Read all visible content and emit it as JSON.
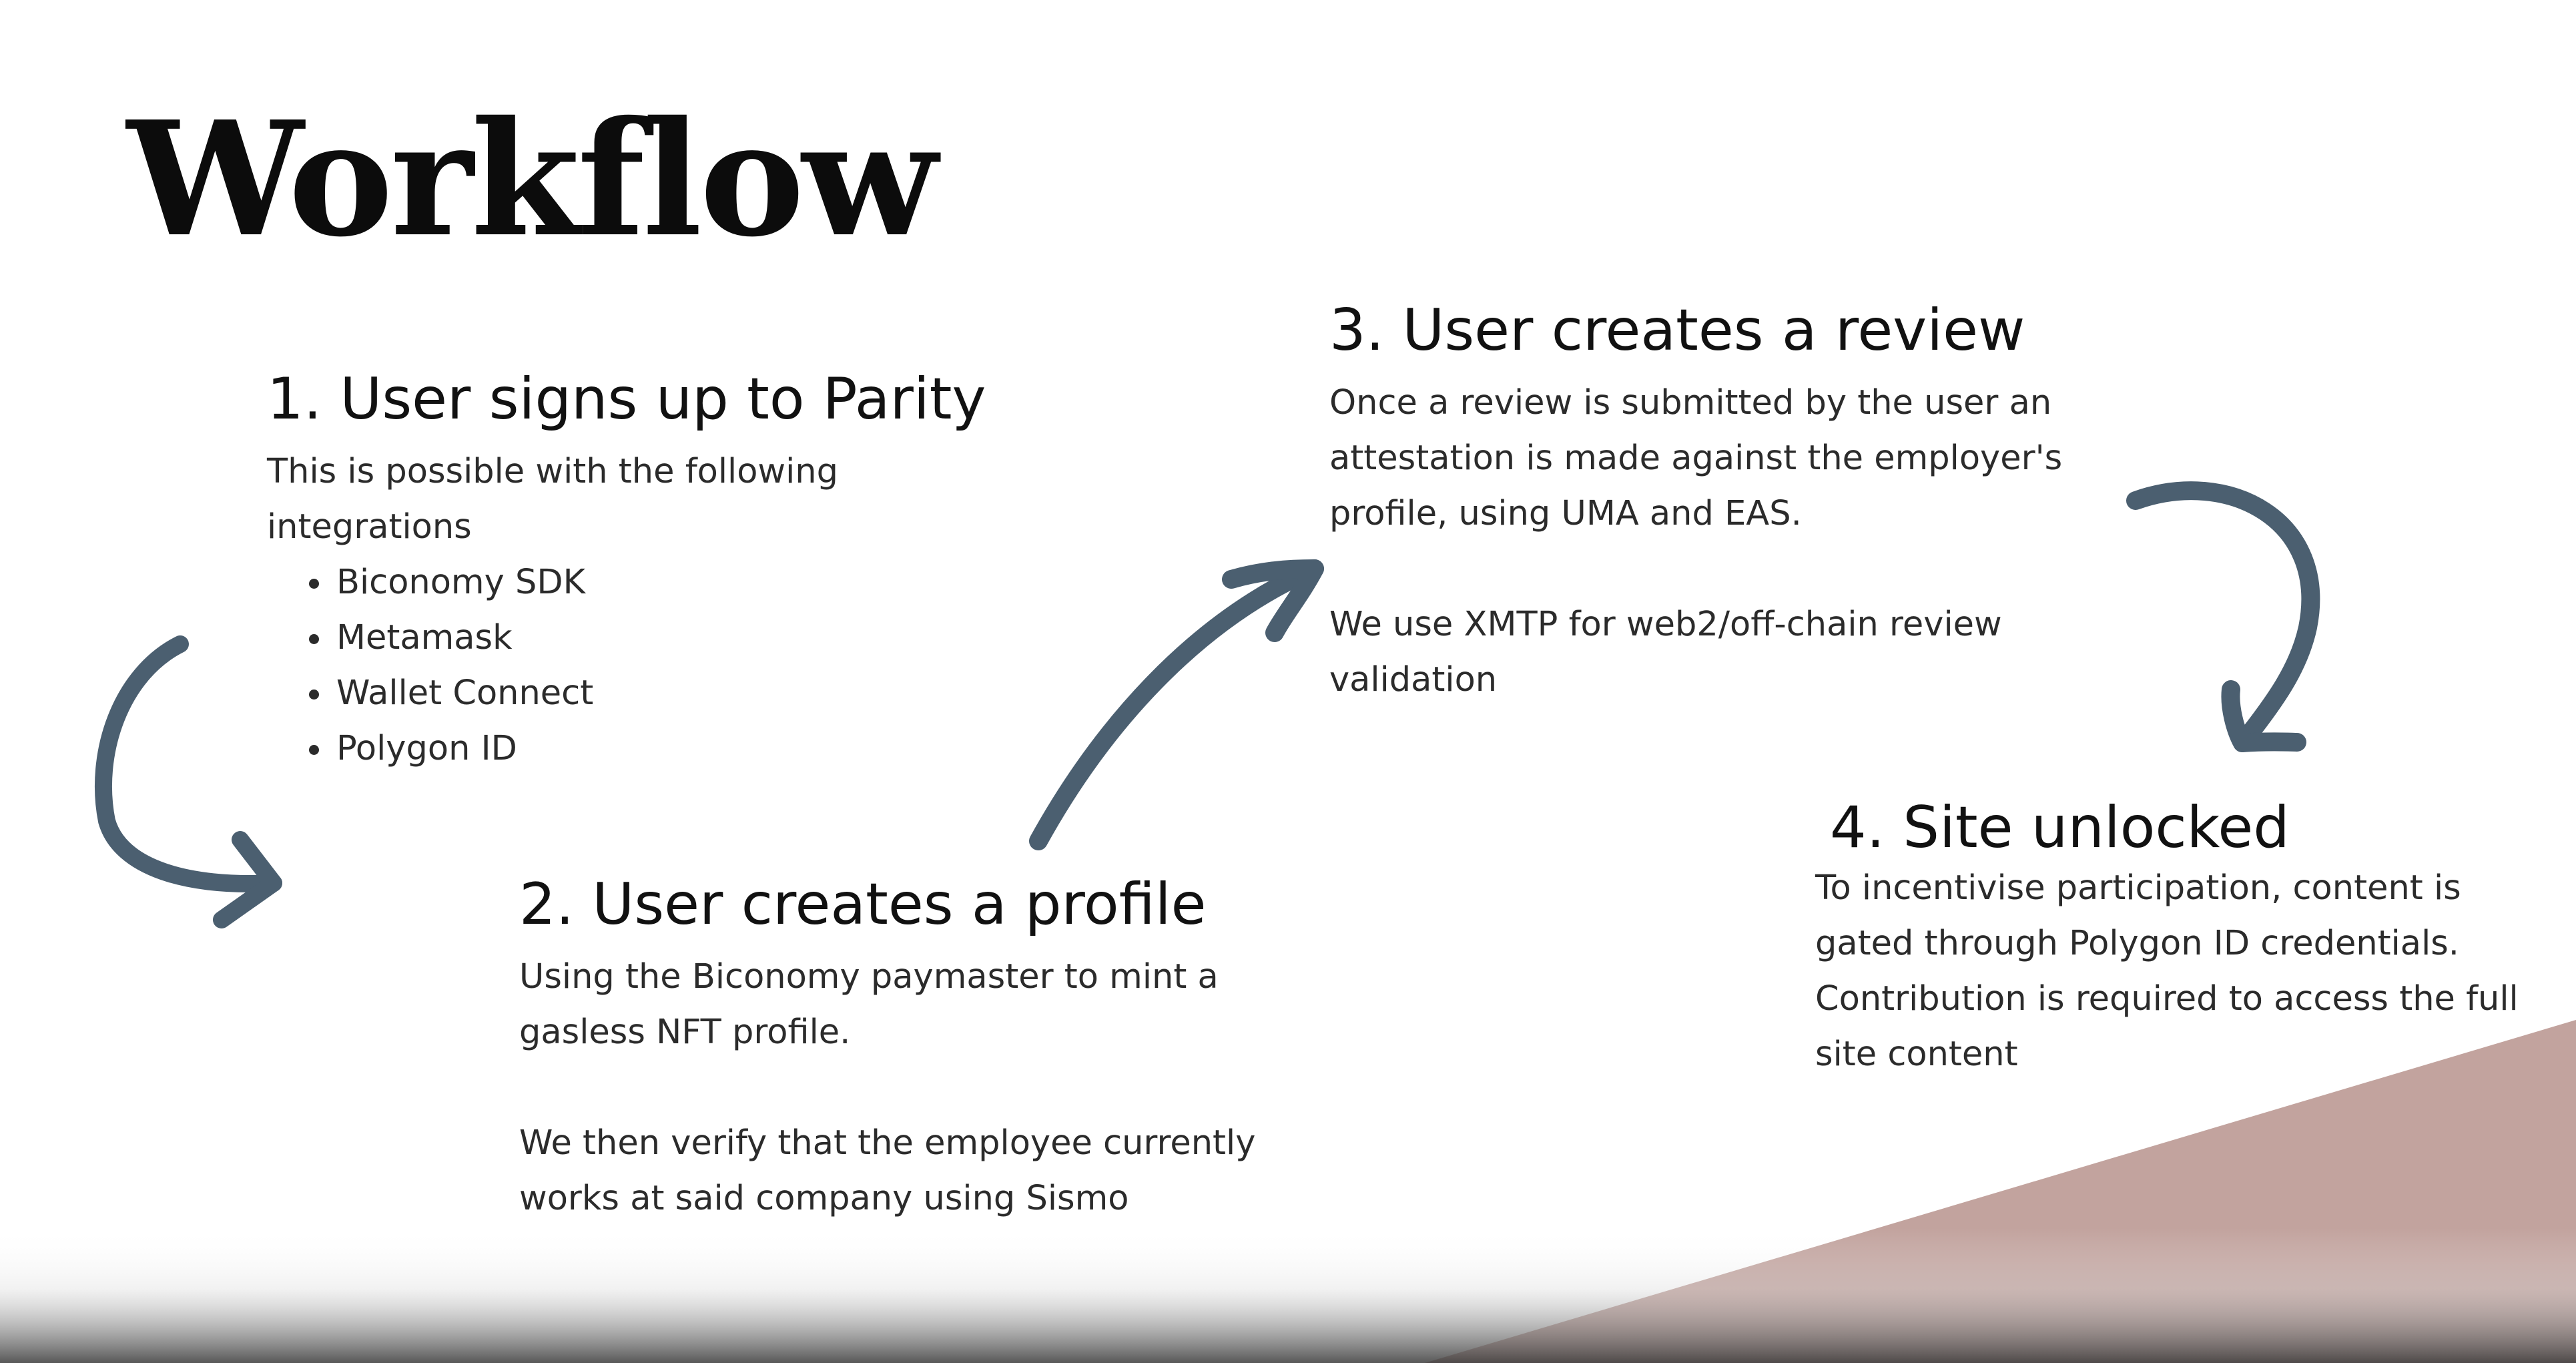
{
  "title": "Workflow",
  "colors": {
    "arrow": "#4b5f70",
    "accent_triangle": "#c2a39e",
    "text": "#2b2b2b"
  },
  "steps": [
    {
      "heading": "1. User signs up to Parity",
      "intro": "This is possible with the following integrations",
      "integrations": [
        "Biconomy SDK",
        "Metamask",
        "Wallet Connect",
        "Polygon ID"
      ]
    },
    {
      "heading": "2. User creates a profile",
      "paragraphs": [
        "Using the Biconomy paymaster to mint a gasless NFT profile.",
        "We then verify that the employee currently works at said company using Sismo"
      ]
    },
    {
      "heading": "3. User creates a review",
      "paragraphs": [
        "Once a review is submitted by the user an attestation is made against the employer's profile, using UMA and EAS.",
        "We use XMTP for web2/off-chain review validation"
      ]
    },
    {
      "heading": "4. Site unlocked",
      "paragraphs": [
        "To incentivise participation, content is gated through Polygon ID credentials. Contribution is required to access the full site content"
      ]
    }
  ],
  "arrows": [
    {
      "name": "arrow-step1-to-step2",
      "icon": "curved-arrow-down-right"
    },
    {
      "name": "arrow-step2-to-step3",
      "icon": "curved-arrow-up-right"
    },
    {
      "name": "arrow-step3-to-step4",
      "icon": "curved-arrow-down-left"
    }
  ]
}
